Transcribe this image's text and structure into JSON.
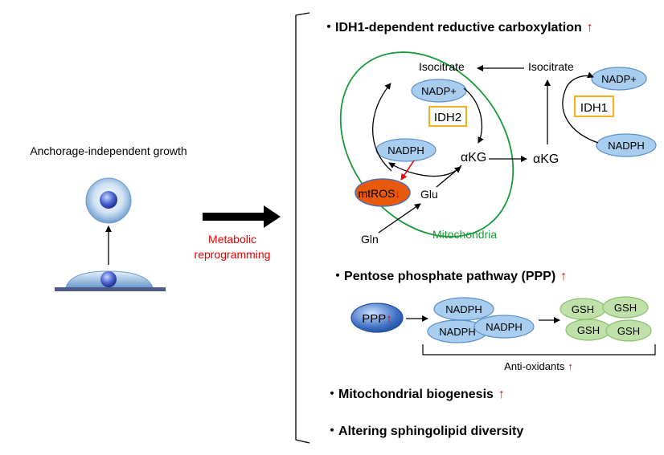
{
  "left": {
    "growth_label": "Anchorage-independent growth",
    "metabolic_line1": "Metabolic",
    "metabolic_line2": "reprogramming"
  },
  "bullets": [
    {
      "mark": "・",
      "text": "IDH1-dependent reductive carboxylation",
      "arrow": "↑"
    },
    {
      "mark": "・",
      "text": "Pentose phosphate pathway (PPP)",
      "arrow": "↑"
    },
    {
      "mark": "・",
      "text": "Mitochondrial biogenesis",
      "arrow": "↑"
    },
    {
      "mark": "・",
      "text": "Altering sphingolipid diversity"
    }
  ],
  "idh_pathway": {
    "isocitrate_left": "Isocitrate",
    "isocitrate_right": "Isocitrate",
    "nadp_plus_left": "NADP+",
    "nadp_plus_right": "NADP+",
    "idh2": "IDH2",
    "idh1": "IDH1",
    "nadph_left": "NADPH",
    "nadph_right": "NADPH",
    "akg_left": "αKG",
    "akg_right": "αKG",
    "mtros": "mtROS",
    "mtros_arrow": "↓",
    "glu": "Glu",
    "gln": "Gln",
    "mitochondria": "Mitochondria"
  },
  "ppp": {
    "ppp_label": "PPP",
    "ppp_arrow": "↑",
    "nadph": [
      "NADPH",
      "NADPH",
      "NADPH"
    ],
    "gsh": [
      "GSH",
      "GSH",
      "GSH",
      "GSH"
    ],
    "antioxidants": "Anti-oxidants",
    "antioxidants_arrow": "↑"
  },
  "colors": {
    "oval_blue": "#a9cdef",
    "oval_green": "#bfe0a8",
    "mtros_orange": "#e8590c",
    "enzyme_box_border": "#f2b01e",
    "mitochondria_green": "#1a9a3a",
    "highlight_red": "#e60000"
  }
}
